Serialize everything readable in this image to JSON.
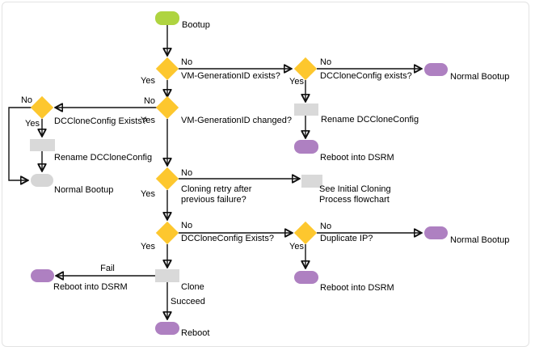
{
  "colors": {
    "start": "#afd440",
    "decision": "#fdc72e",
    "process": "#d9d9d9",
    "terminal": "#ae80c1",
    "terminal_gray": "#d6d6d6",
    "line": "#111111"
  },
  "nodes": {
    "bootup": {
      "label": "Bootup",
      "type": "start"
    },
    "vm_generationid_exists": {
      "label": "VM-GenerationID exists?",
      "type": "decision"
    },
    "dccloneconfig_exists_top": {
      "label": "DCCloneConfig exists?",
      "type": "decision"
    },
    "normal_bootup_top_right": {
      "label": "Normal Bootup",
      "type": "terminal"
    },
    "rename_dccloneconfig_right": {
      "label": "Rename DCCloneConfig",
      "type": "process"
    },
    "reboot_into_dsrm_right": {
      "label": "Reboot into DSRM",
      "type": "terminal"
    },
    "vm_generationid_changed": {
      "label": "VM-GenerationID changed?",
      "type": "decision"
    },
    "dccloneconfig_exists_left": {
      "label": "DCCloneConfig Exists?",
      "type": "decision"
    },
    "rename_dccloneconfig_left": {
      "label": "Rename DCCloneConfig",
      "type": "process"
    },
    "normal_bootup_left": {
      "label": "Normal Bootup",
      "type": "terminal_gray"
    },
    "cloning_retry": {
      "label": "Cloning retry after\nprevious failure?",
      "type": "decision"
    },
    "see_initial_cloning": {
      "label": "See Initial Cloning\nProcess flowchart",
      "type": "process"
    },
    "dccloneconfig_exists_bottom": {
      "label": "DCCloneConfig Exists?",
      "type": "decision"
    },
    "duplicate_ip": {
      "label": "Duplicate IP?",
      "type": "decision"
    },
    "normal_bootup_bottom_right": {
      "label": "Normal Bootup",
      "type": "terminal"
    },
    "reboot_into_dsrm_bottom_right": {
      "label": "Reboot into DSRM",
      "type": "terminal"
    },
    "clone": {
      "label": "Clone",
      "type": "process"
    },
    "reboot_into_dsrm_bottom_left": {
      "label": "Reboot into DSRM",
      "type": "terminal"
    },
    "reboot": {
      "label": "Reboot",
      "type": "terminal"
    }
  },
  "edges": [
    {
      "from": "bootup",
      "to": "vm_generationid_exists",
      "label": ""
    },
    {
      "from": "vm_generationid_exists",
      "to": "dccloneconfig_exists_top",
      "label": "No"
    },
    {
      "from": "vm_generationid_exists",
      "to": "vm_generationid_changed",
      "label": "Yes"
    },
    {
      "from": "dccloneconfig_exists_top",
      "to": "normal_bootup_top_right",
      "label": "No"
    },
    {
      "from": "dccloneconfig_exists_top",
      "to": "rename_dccloneconfig_right",
      "label": "Yes"
    },
    {
      "from": "rename_dccloneconfig_right",
      "to": "reboot_into_dsrm_right",
      "label": ""
    },
    {
      "from": "vm_generationid_changed",
      "to": "dccloneconfig_exists_left",
      "label": "No"
    },
    {
      "from": "vm_generationid_changed",
      "to": "cloning_retry",
      "label": "Yes"
    },
    {
      "from": "dccloneconfig_exists_left",
      "to": "normal_bootup_left",
      "label": "No"
    },
    {
      "from": "dccloneconfig_exists_left",
      "to": "rename_dccloneconfig_left",
      "label": "Yes"
    },
    {
      "from": "rename_dccloneconfig_left",
      "to": "normal_bootup_left",
      "label": ""
    },
    {
      "from": "cloning_retry",
      "to": "see_initial_cloning",
      "label": "No"
    },
    {
      "from": "cloning_retry",
      "to": "dccloneconfig_exists_bottom",
      "label": "Yes"
    },
    {
      "from": "dccloneconfig_exists_bottom",
      "to": "duplicate_ip",
      "label": "No"
    },
    {
      "from": "dccloneconfig_exists_bottom",
      "to": "clone",
      "label": "Yes"
    },
    {
      "from": "duplicate_ip",
      "to": "normal_bootup_bottom_right",
      "label": "No"
    },
    {
      "from": "duplicate_ip",
      "to": "reboot_into_dsrm_bottom_right",
      "label": "Yes"
    },
    {
      "from": "clone",
      "to": "reboot_into_dsrm_bottom_left",
      "label": "Fail"
    },
    {
      "from": "clone",
      "to": "reboot",
      "label": "Succeed"
    }
  ]
}
